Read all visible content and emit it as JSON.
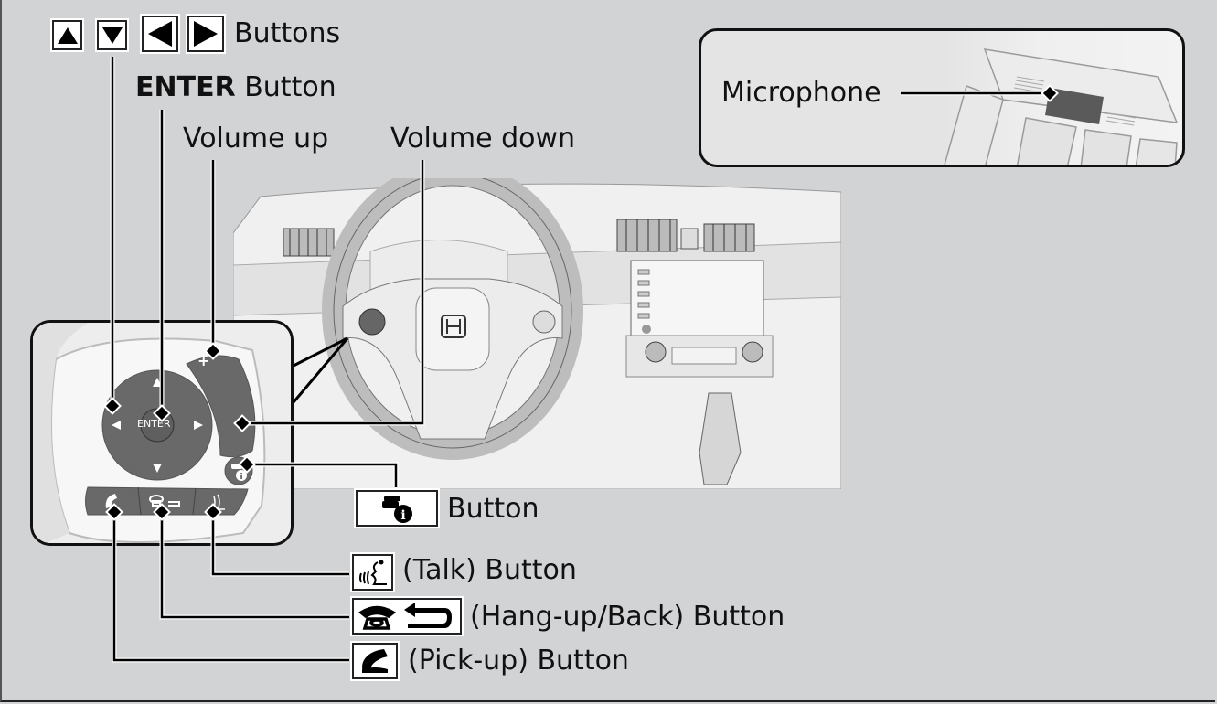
{
  "diagram": {
    "title": "Steering wheel hands-free telephone controls",
    "background_color": "#d2d3d5",
    "callouts": {
      "arrow_buttons": {
        "icons": [
          "arrow-up",
          "arrow-down",
          "arrow-left",
          "arrow-right"
        ],
        "label": "Buttons"
      },
      "enter_button": {
        "bold": "ENTER",
        "label": " Button"
      },
      "volume_up": {
        "label": "Volume up"
      },
      "volume_down": {
        "label": "Volume down"
      },
      "microphone": {
        "label": "Microphone"
      },
      "info_button": {
        "icon": "phone-info-icon",
        "label": "Button"
      },
      "talk_button": {
        "icon": "talk-icon",
        "label": "(Talk) Button"
      },
      "hangup_button": {
        "icons": [
          "hang-up-phone-icon",
          "back-arrow-icon"
        ],
        "label": "(Hang-up/Back) Button"
      },
      "pickup_button": {
        "icon": "pick-up-phone-icon",
        "label": "(Pick-up) Button"
      }
    },
    "wheel_control_labels": {
      "enter": "ENTER",
      "plus": "+",
      "minus": "–"
    }
  }
}
